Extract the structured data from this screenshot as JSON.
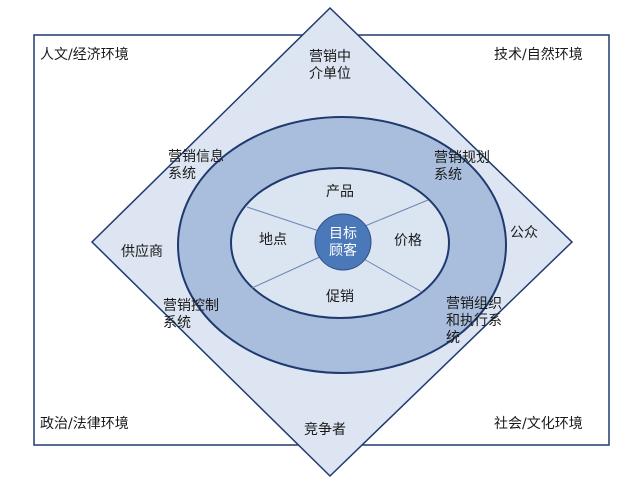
{
  "corners": {
    "top_left": "人文/经济环境",
    "top_right": "技术/自然环境",
    "bottom_left": "政治/法律环境",
    "bottom_right": "社会/文化环境"
  },
  "outer_nodes": {
    "top": [
      "营销中",
      "介单位"
    ],
    "left": "供应商",
    "right": "公众",
    "bottom": "竞争者"
  },
  "systems": {
    "info": [
      "营销信息",
      "系统"
    ],
    "planning": [
      "营销规划",
      "系统"
    ],
    "control": [
      "营销控制",
      "系统"
    ],
    "execution": [
      "营销组织",
      "和执行系",
      "统"
    ]
  },
  "mix": {
    "product": "产品",
    "price": "价格",
    "place": "地点",
    "promotion": "促销"
  },
  "center": [
    "目标",
    "顾客"
  ],
  "colors": {
    "frame": "#1f3a70",
    "diamond_fill": "#dce5f1",
    "outer_ellipse_fill": "#a9bedc",
    "inner_ellipse_fill": "#dbe4f1",
    "center_fill": "#4a78b8",
    "spoke": "#6c86b4"
  }
}
